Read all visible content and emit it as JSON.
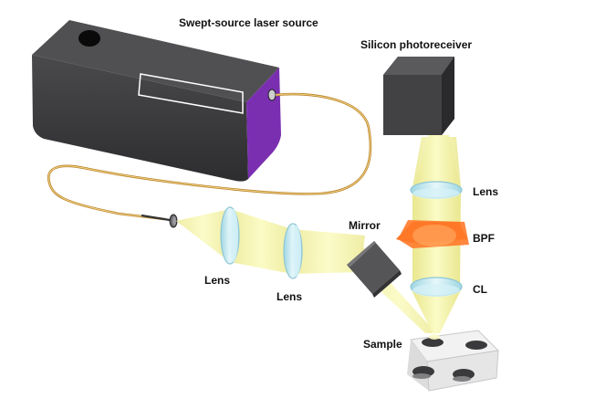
{
  "labels": {
    "laser_source": "Swept-source laser source",
    "photoreceiver": "Silicon photoreceiver",
    "lens_top": "Lens",
    "bpf": "BPF",
    "cl": "CL",
    "mirror": "Mirror",
    "lens_left": "Lens",
    "lens_middle": "Lens",
    "sample": "Sample"
  },
  "colors": {
    "laser_body": "#3b3b3d",
    "laser_side": "#7a2fb0",
    "beam": "#f3f29a",
    "fiber": "#d7a64a",
    "bpf": "#ff6a1a",
    "lens": "#bfe8f0",
    "photoreceiver": "#444446",
    "mirror": "#555558"
  }
}
